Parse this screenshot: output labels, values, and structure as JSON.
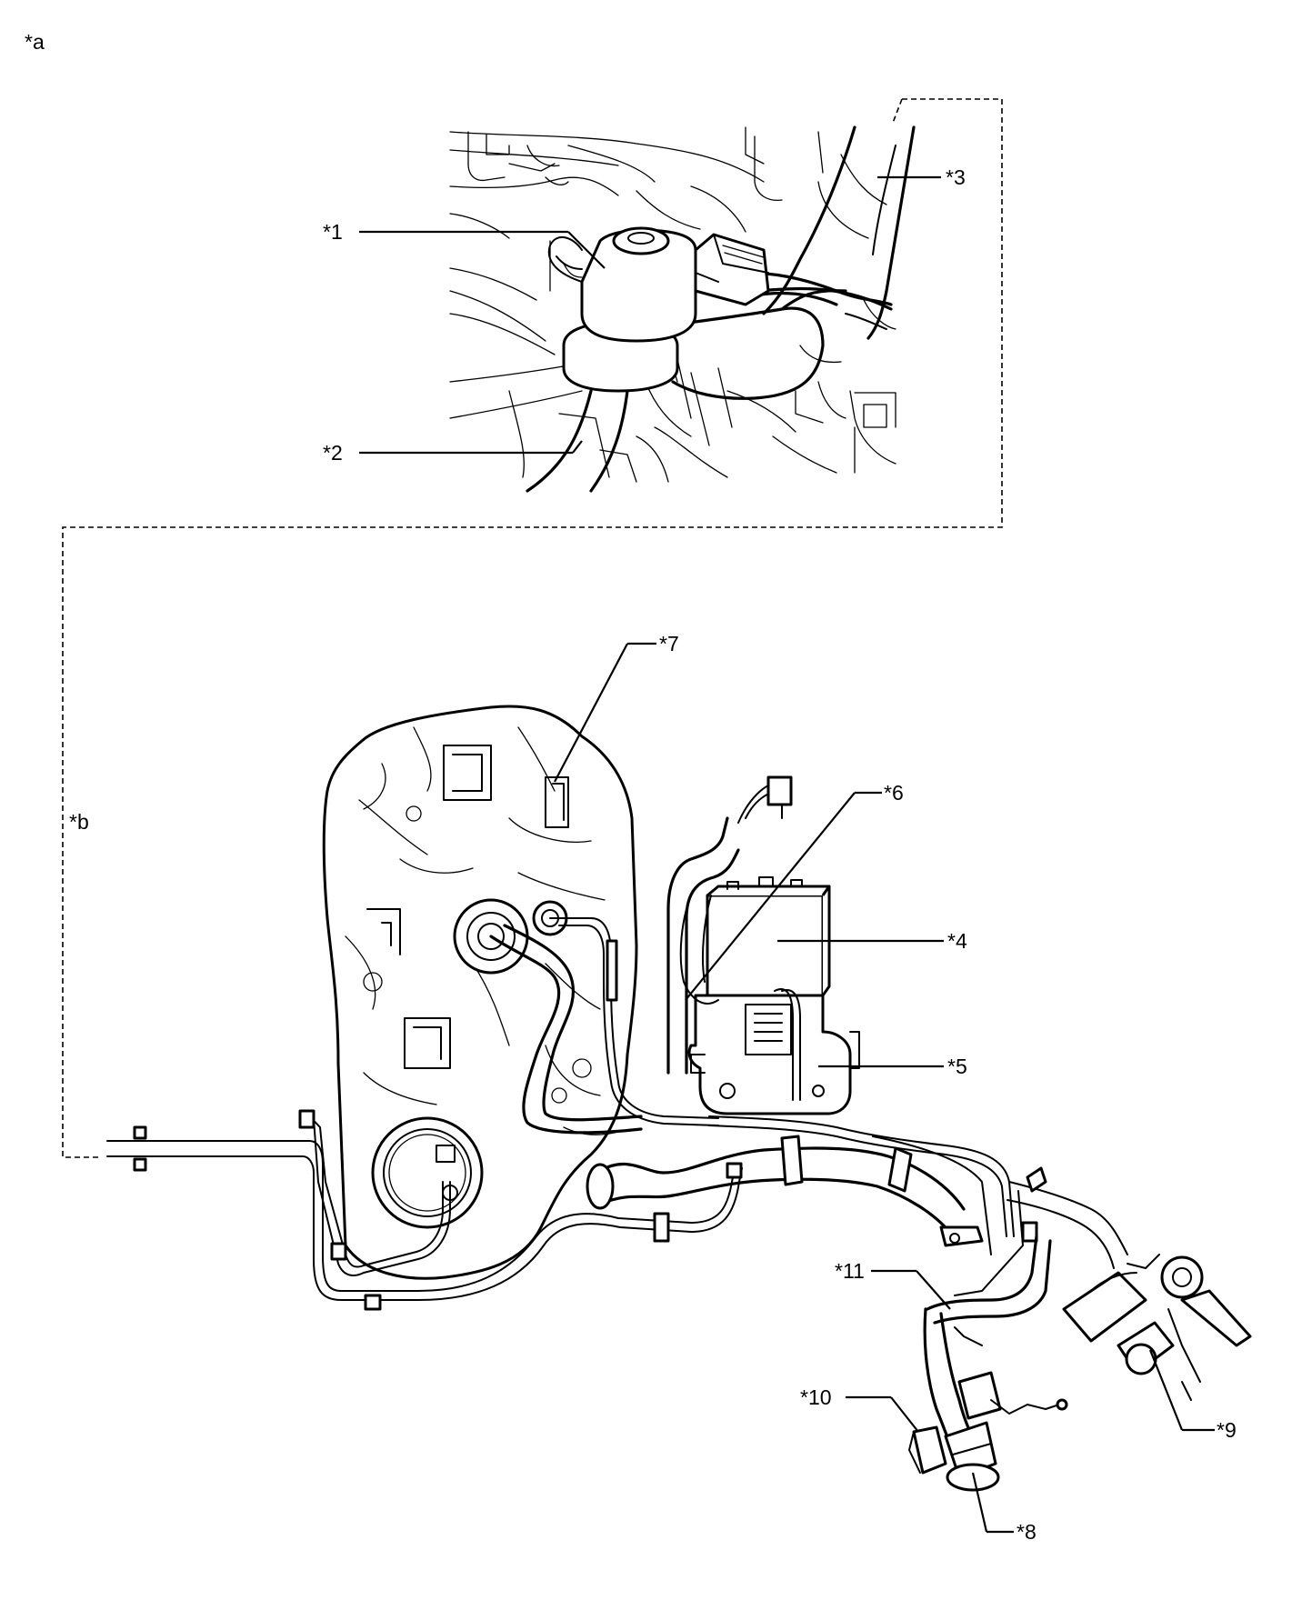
{
  "figure": {
    "view_label": "*a",
    "detail_label": "*b"
  },
  "callouts": [
    {
      "id": "c1",
      "text": "*1"
    },
    {
      "id": "c2",
      "text": "*2"
    },
    {
      "id": "c3",
      "text": "*3"
    },
    {
      "id": "c4",
      "text": "*4"
    },
    {
      "id": "c5",
      "text": "*5"
    },
    {
      "id": "c6",
      "text": "*6"
    },
    {
      "id": "c7",
      "text": "*7"
    },
    {
      "id": "c8",
      "text": "*8"
    },
    {
      "id": "c9",
      "text": "*9"
    },
    {
      "id": "c10",
      "text": "*10"
    },
    {
      "id": "c11",
      "text": "*11"
    }
  ]
}
